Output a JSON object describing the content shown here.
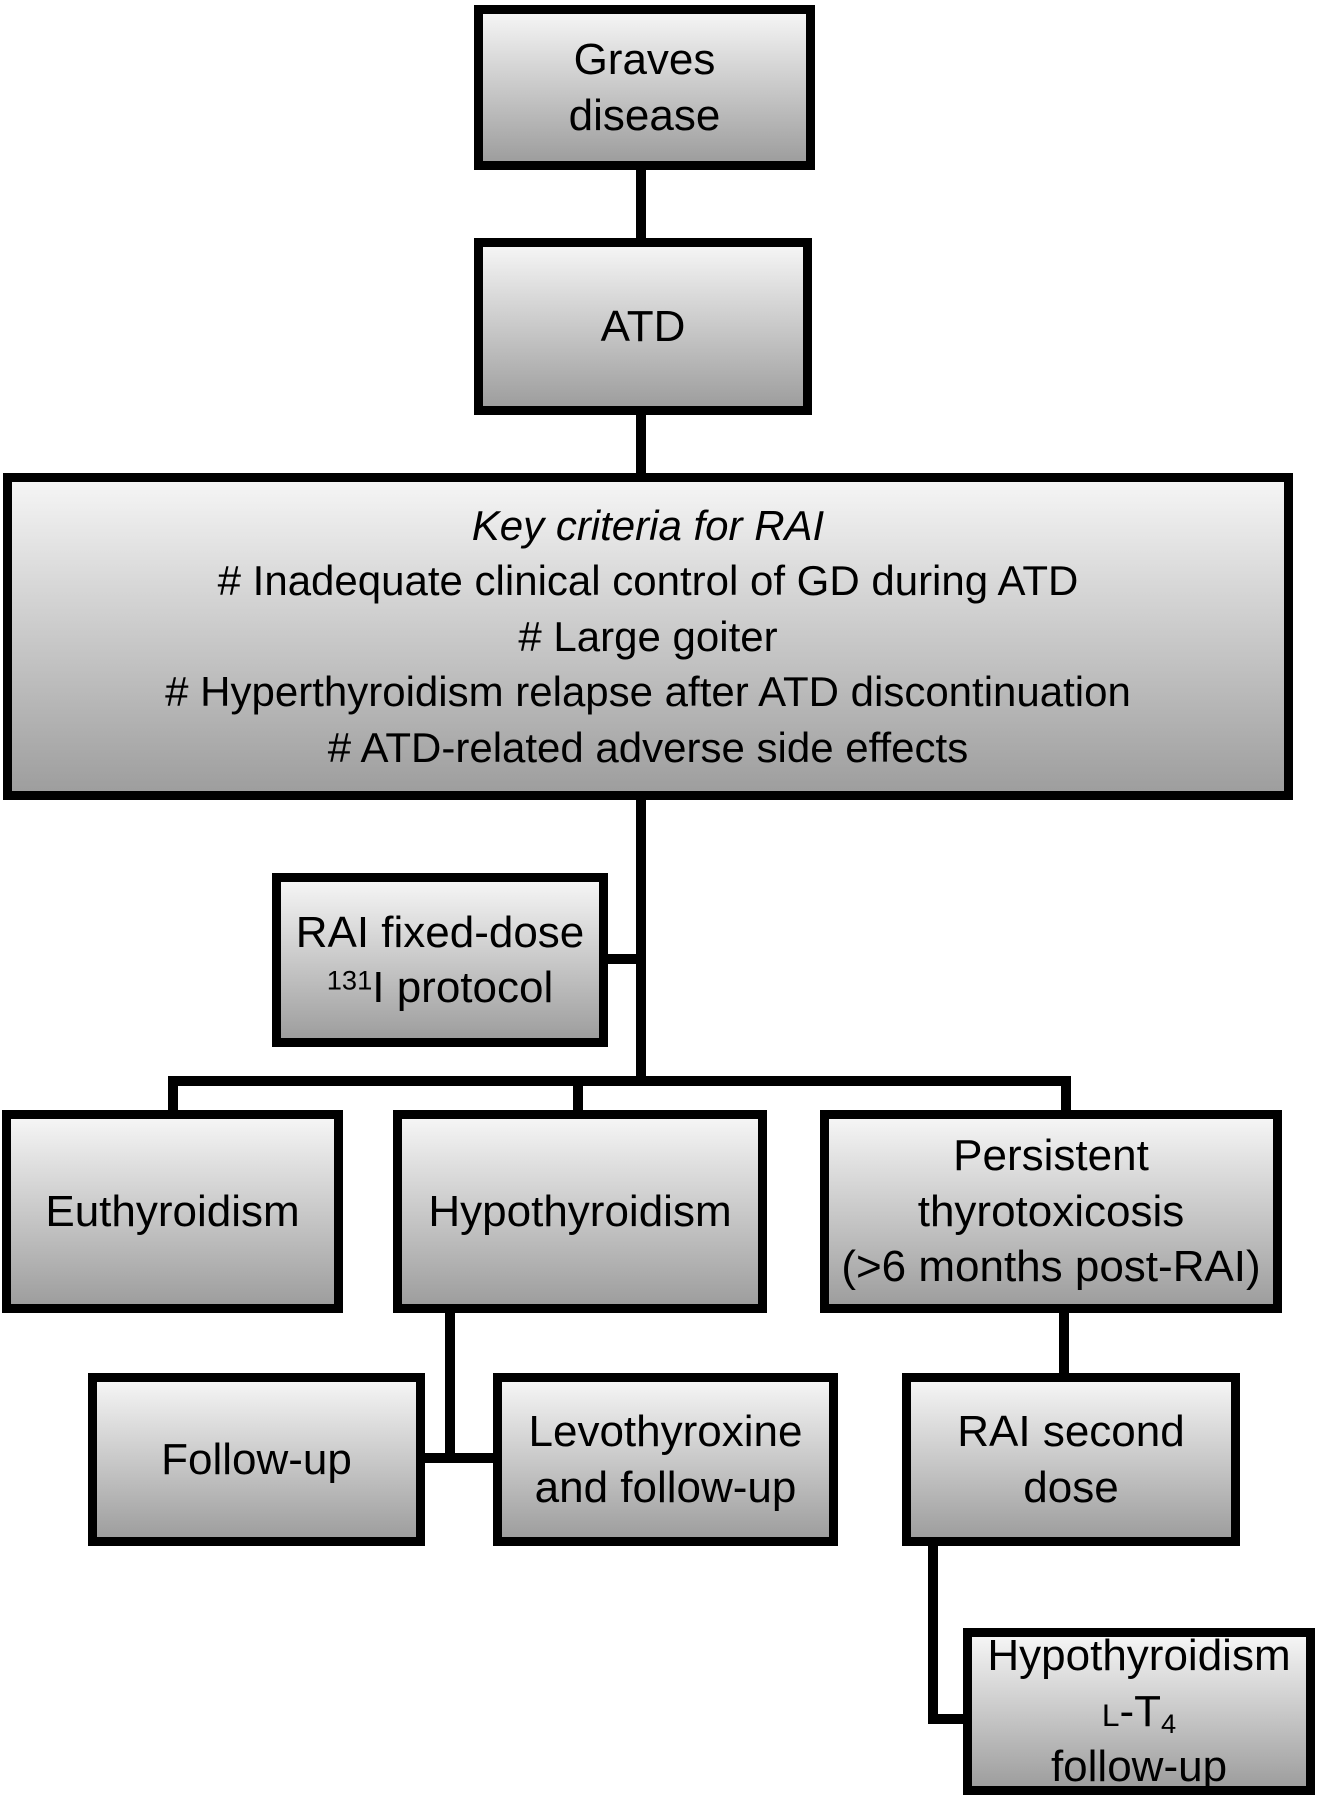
{
  "colors": {
    "background": "#ffffff",
    "box_border": "#000000",
    "box_gradient_top": "#f5f5f5",
    "box_gradient_bottom": "#9e9e9e",
    "connector": "#000000"
  },
  "nodes": {
    "graves": {
      "lines": [
        "Graves",
        "disease"
      ]
    },
    "atd": {
      "label": "ATD"
    },
    "key_criteria": {
      "title": "Key criteria for RAI",
      "items": [
        "# Inadequate clinical control of GD during ATD",
        "# Large goiter",
        "# Hyperthyroidism relapse after ATD discontinuation",
        "# ATD-related adverse side effects"
      ]
    },
    "rai_protocol": {
      "line1": "RAI fixed-dose",
      "isotope_superscript": "131",
      "line2": "I protocol"
    },
    "euthyroidism": {
      "label": "Euthyroidism"
    },
    "hypothyroidism": {
      "label": "Hypothyroidism"
    },
    "persistent": {
      "lines": [
        "Persistent",
        "thyrotoxicosis",
        "(>6 months post-RAI)"
      ]
    },
    "follow_up": {
      "label": "Follow-up"
    },
    "levothyroxine": {
      "lines": [
        "Levothyroxine",
        "and follow-up"
      ]
    },
    "rai_second_dose": {
      "lines": [
        "RAI second",
        "dose"
      ]
    },
    "hypo_lt4": {
      "line1": "Hypothyroidism",
      "lt_prefix": "L",
      "lt_t": "-T",
      "lt_subscript": "4",
      "line3": "follow-up"
    }
  }
}
